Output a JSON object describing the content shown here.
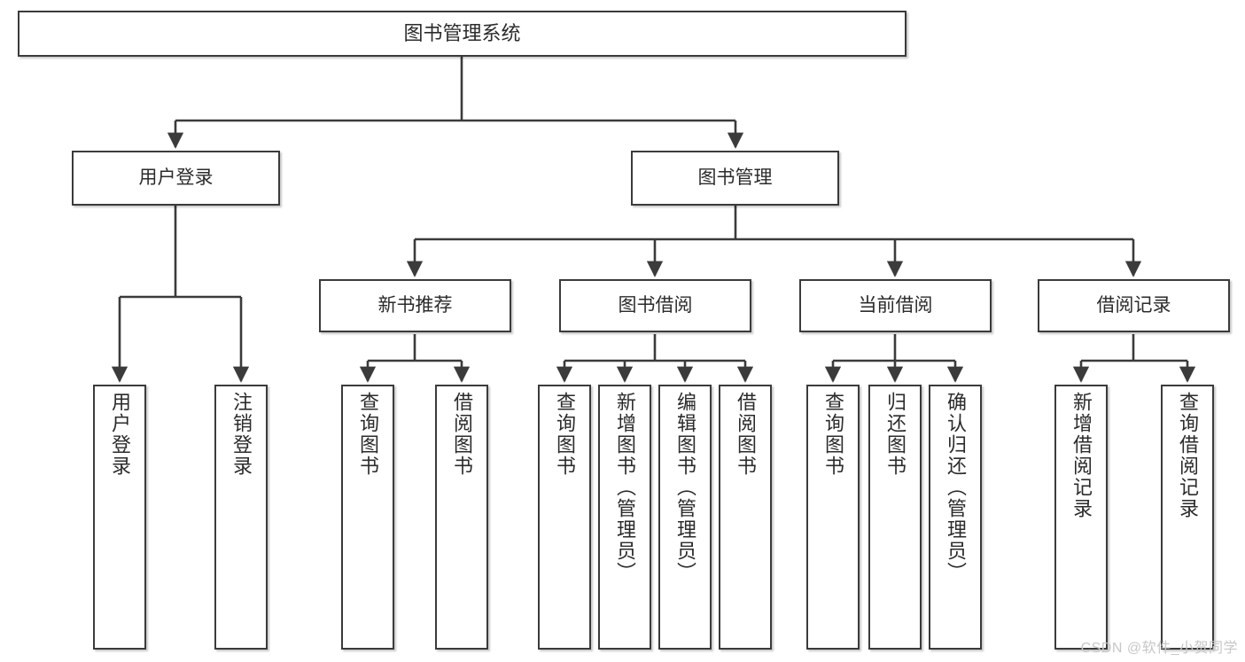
{
  "diagram": {
    "title_box": {
      "label": "图书管理系统"
    },
    "level1": [
      {
        "id": "user-login",
        "label": "用户登录"
      },
      {
        "id": "book-manage",
        "label": "图书管理"
      }
    ],
    "level2": [
      {
        "id": "new-book-recommend",
        "label": "新书推荐"
      },
      {
        "id": "book-borrow",
        "label": "图书借阅"
      },
      {
        "id": "current-borrow",
        "label": "当前借阅"
      },
      {
        "id": "borrow-record",
        "label": "借阅记录"
      }
    ],
    "leaves": {
      "user_login": [
        {
          "id": "leaf-user-login",
          "label": "用户登录"
        },
        {
          "id": "leaf-logout-login",
          "label": "注销登录"
        }
      ],
      "new_book_recommend": [
        {
          "id": "leaf-query-book-1",
          "label": "查询图书"
        },
        {
          "id": "leaf-borrow-book-1",
          "label": "借阅图书"
        }
      ],
      "book_borrow": [
        {
          "id": "leaf-query-book-2",
          "label": "查询图书"
        },
        {
          "id": "leaf-add-book",
          "label": "新增图书（管理员）"
        },
        {
          "id": "leaf-edit-book",
          "label": "编辑图书（管理员）"
        },
        {
          "id": "leaf-borrow-book-2",
          "label": "借阅图书"
        }
      ],
      "current_borrow": [
        {
          "id": "leaf-query-book-3",
          "label": "查询图书"
        },
        {
          "id": "leaf-return-book",
          "label": "归还图书"
        },
        {
          "id": "leaf-confirm-return",
          "label": "确认归还（管理员）"
        }
      ],
      "borrow_record": [
        {
          "id": "leaf-add-record",
          "label": "新增借阅记录"
        },
        {
          "id": "leaf-query-record",
          "label": "查询借阅记录"
        }
      ]
    },
    "watermark": "CSDN @软件_小贺同学",
    "colors": {
      "stroke": "#3b3b3b",
      "text": "#2b2b2b",
      "background": "#ffffff",
      "watermark": "#c7c7c7"
    }
  }
}
